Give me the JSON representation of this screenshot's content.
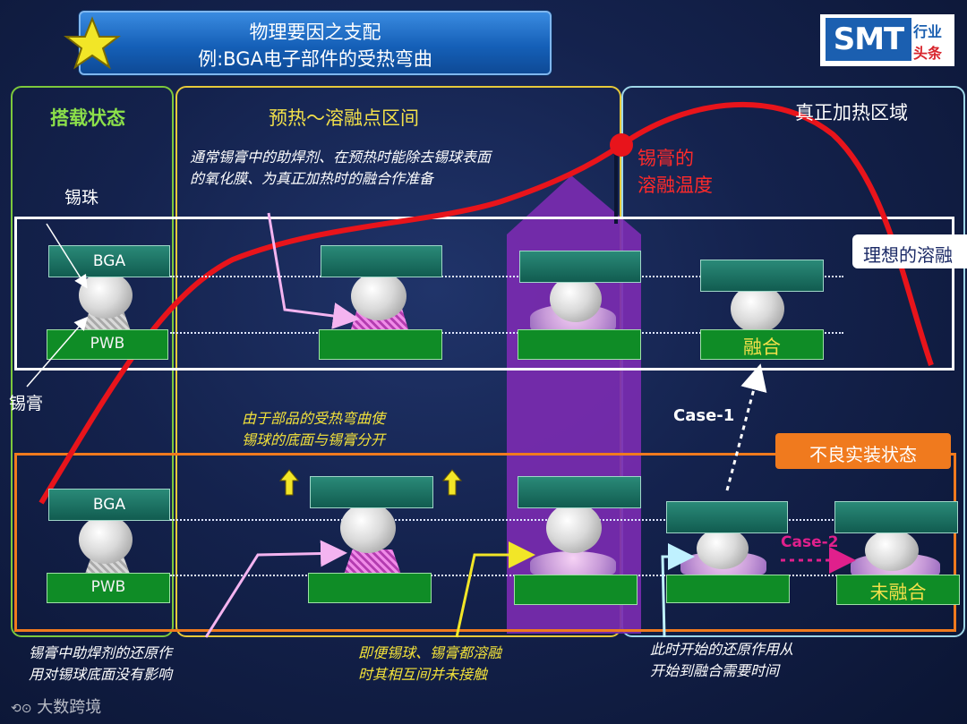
{
  "title": {
    "line1": "物理要因之支配",
    "line2": "例:BGA电子部件的受热弯曲"
  },
  "logo": {
    "smt": "SMT",
    "line1": "行业",
    "line2": "头条"
  },
  "sections": {
    "mount": "搭载状态",
    "preheat": "预热～溶融点区间",
    "heating": "真正加热区域"
  },
  "labels": {
    "ball": "锡珠",
    "paste": "锡膏",
    "bga": "BGA",
    "pwb": "PWB",
    "melt_temp_1": "锡膏的",
    "melt_temp_2": "溶融温度",
    "ideal": "理想的溶融",
    "fused": "融合",
    "not_fused": "未融合",
    "bad_state": "不良实装状态",
    "case1": "Case-1",
    "case2": "Case-2"
  },
  "notes": {
    "flux_top": "通常锡膏中的助焊剂、在预热时能除去锡球表面\n的氧化膜、为真正加热时的融合作准备",
    "warp": "由于部品的受热弯曲使\n锡球的底面与锡膏分开",
    "flux_bottom": "锡膏中助焊剂的还原作\n用对锡球底面没有影响",
    "both_melt": "即便锡球、锡膏都溶融\n时其相互间并未接触",
    "time": "此时开始的还原作用从\n开始到融合需要时间"
  },
  "watermark": "大数跨境",
  "colors": {
    "curve": "#e8141b",
    "mount_frame": "#7cc83c",
    "preheat_frame": "#e6c93a",
    "heating_frame": "#9fd7e8",
    "bad_frame": "#f07a1e",
    "melt_zone": "#7a2bb0"
  }
}
